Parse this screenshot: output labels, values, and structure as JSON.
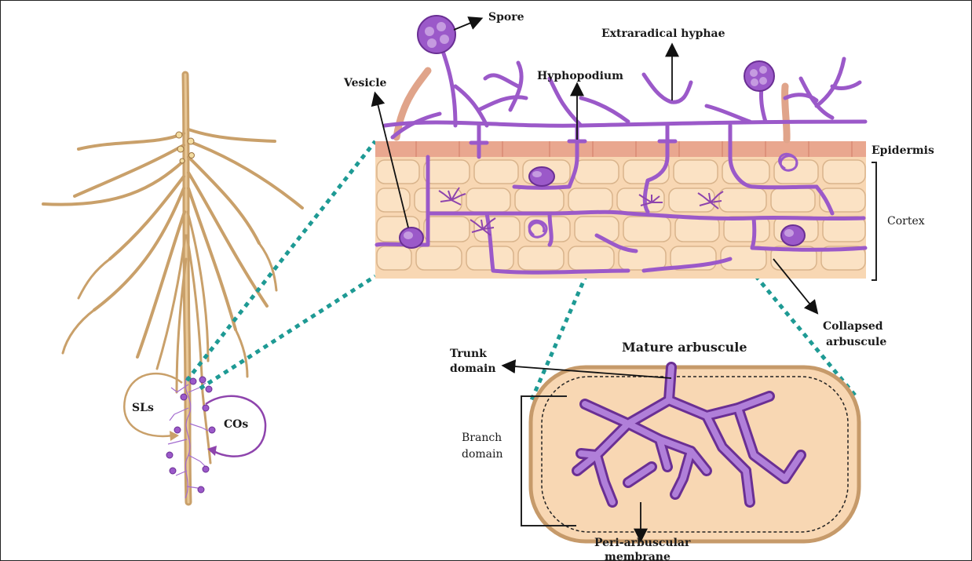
{
  "labels": {
    "spore": "Spore",
    "extraradical_hyphae": "Extraradical hyphae",
    "hyphopodium": "Hyphopodium",
    "vesicle": "Vesicle",
    "epidermis": "Epidermis",
    "cortex": "Cortex",
    "collapsed_arbuscule_1": "Collapsed",
    "collapsed_arbuscule_2": "arbuscule",
    "mature_arbuscule": "Mature arbuscule",
    "trunk_domain_1": "Trunk",
    "trunk_domain_2": "domain",
    "branch_domain_1": "Branch",
    "branch_domain_2": "domain",
    "peri_arbuscular_1": "Peri-arbuscular",
    "peri_arbuscular_2": "membrane",
    "sls": "SLs",
    "cos": "COs"
  },
  "colors": {
    "root": "#c9a06a",
    "root_dark": "#9a7040",
    "fungus": "#9b59c9",
    "fungus_dark": "#6a2f94",
    "cell": "#f8d7b3",
    "cell_border": "#d9b48c",
    "epidermis": "#e9a78f",
    "zoom_line": "#1e9a94",
    "sls_arrow": "#c9a06a",
    "cos_arrow": "#8e44ad"
  }
}
